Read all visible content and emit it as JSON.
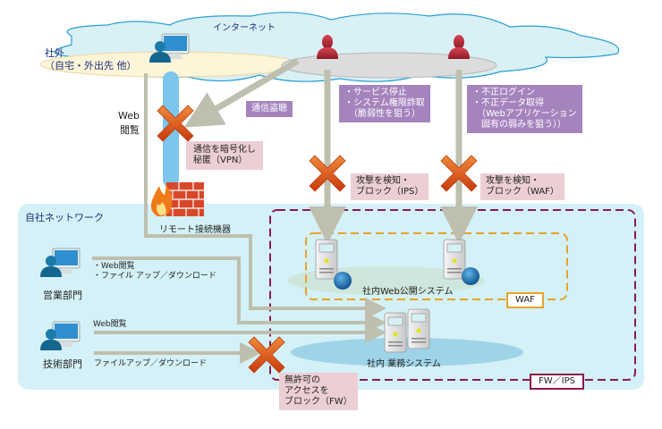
{
  "internet": {
    "label": "インターネット"
  },
  "outside": {
    "label": "社外\n（自宅・外出先 他）"
  },
  "company_network": {
    "label": "自社ネットワーク"
  },
  "web_browse_vertical": {
    "label": "Web\n閲覧"
  },
  "threats": {
    "eavesdrop": "通信盗聴",
    "attack_a": "・サービス停止\n・システム権限詐取\n　（脆弱性を狙う）",
    "attack_b": "・不正ログイン\n・不正データ取得\n　（Webアプリケーション\n　固有の弱みを狙う））"
  },
  "defenses": {
    "vpn": "通信を暗号化し\n秘匿（VPN）",
    "ips": "攻撃を検知・\nブロック（IPS）",
    "waf": "攻撃を検知・\nブロック（WAF）",
    "fw": "無許可の\nアクセスを\nブロック（FW）"
  },
  "devices": {
    "remote_gateway": "リモート接続機器",
    "web_system": "社内Web公開システム",
    "business_system": "社内 業務システム"
  },
  "departments": {
    "sales": {
      "label": "営業部門",
      "flows": "・Web閲覧\n・ファイル アップ／ダウンロード"
    },
    "engineering": {
      "label": "技術部門",
      "flow_web": "Web閲覧",
      "flow_file": "ファイルアップ／ダウンロード"
    }
  },
  "zones": {
    "waf_tag": "WAF",
    "fw_ips_tag": "FW／IPS"
  },
  "colors": {
    "cloud_fill": "#d9f0f5",
    "cloud_stroke": "#2a9fd0",
    "network_fill": "#d4f1f7",
    "arrow": "#bebfae",
    "block_x": "#e0541a",
    "attacker": "#b02a3a",
    "purple_box": "#a584be",
    "pink_box": "#eccfd4",
    "waf_border": "#e8a22a",
    "fw_border": "#8a1a4e",
    "vpn_tunnel": "#7cc6ec"
  }
}
